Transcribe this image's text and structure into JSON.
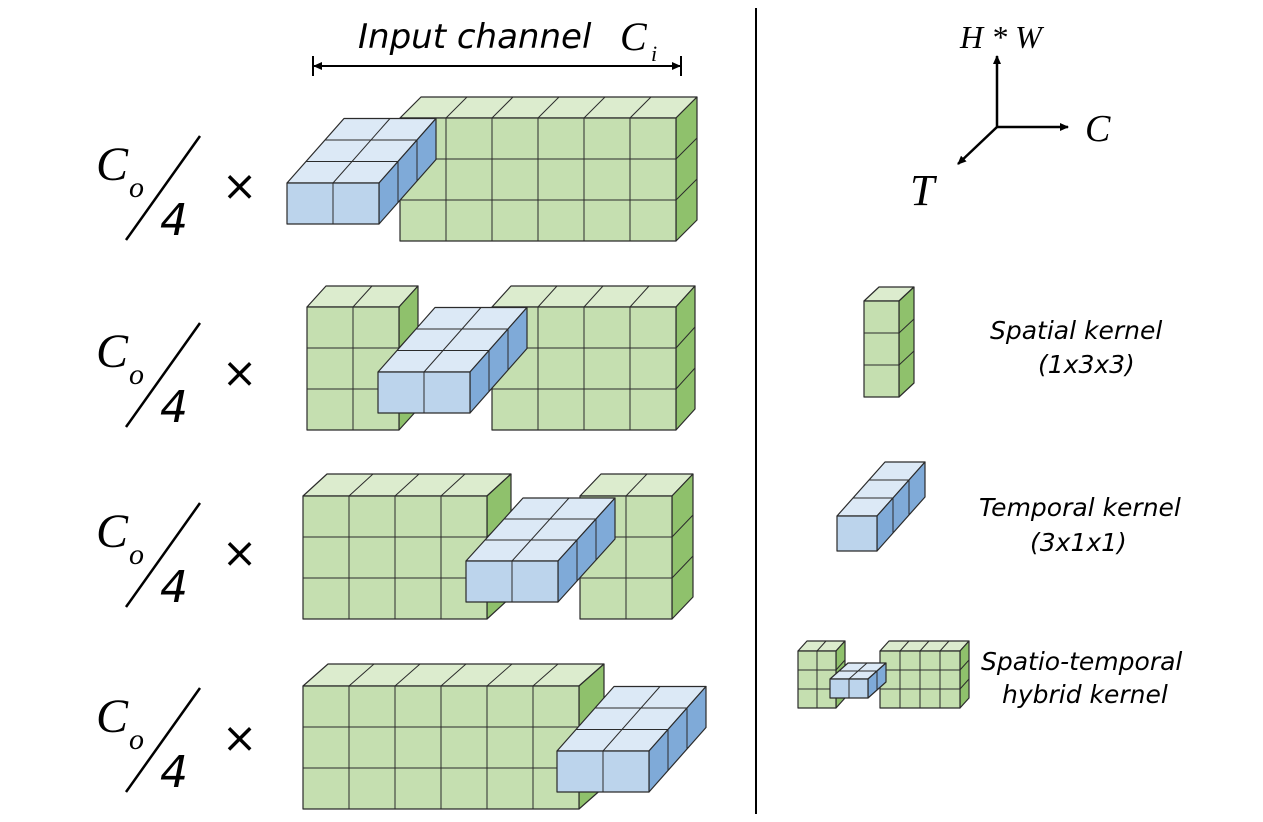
{
  "header": {
    "input_channel_label": "Input channel",
    "ci_symbol": "C",
    "ci_subscript": "i"
  },
  "rows": [
    {
      "numerator": "C",
      "subscript": "o",
      "denominator": "4",
      "times": "×"
    },
    {
      "numerator": "C",
      "subscript": "o",
      "denominator": "4",
      "times": "×"
    },
    {
      "numerator": "C",
      "subscript": "o",
      "denominator": "4",
      "times": "×"
    },
    {
      "numerator": "C",
      "subscript": "o",
      "denominator": "4",
      "times": "×"
    }
  ],
  "axes": {
    "vertical_label": "H * W",
    "horizontal_label": "C",
    "diagonal_label": "T"
  },
  "legend": {
    "spatial_name": "Spatial kernel",
    "spatial_dims": "(1x3x3)",
    "temporal_name": "Temporal kernel",
    "temporal_dims": "(3x1x1)",
    "hybrid_line1": "Spatio-temporal",
    "hybrid_line2": "hybrid kernel"
  },
  "colors": {
    "green_front": "#c5dfb0",
    "green_top": "#dcecce",
    "green_side": "#8fc16c",
    "blue_front": "#bcd4ec",
    "blue_top": "#dce9f6",
    "blue_side": "#7faad8",
    "edge": "#2b2b2b"
  }
}
